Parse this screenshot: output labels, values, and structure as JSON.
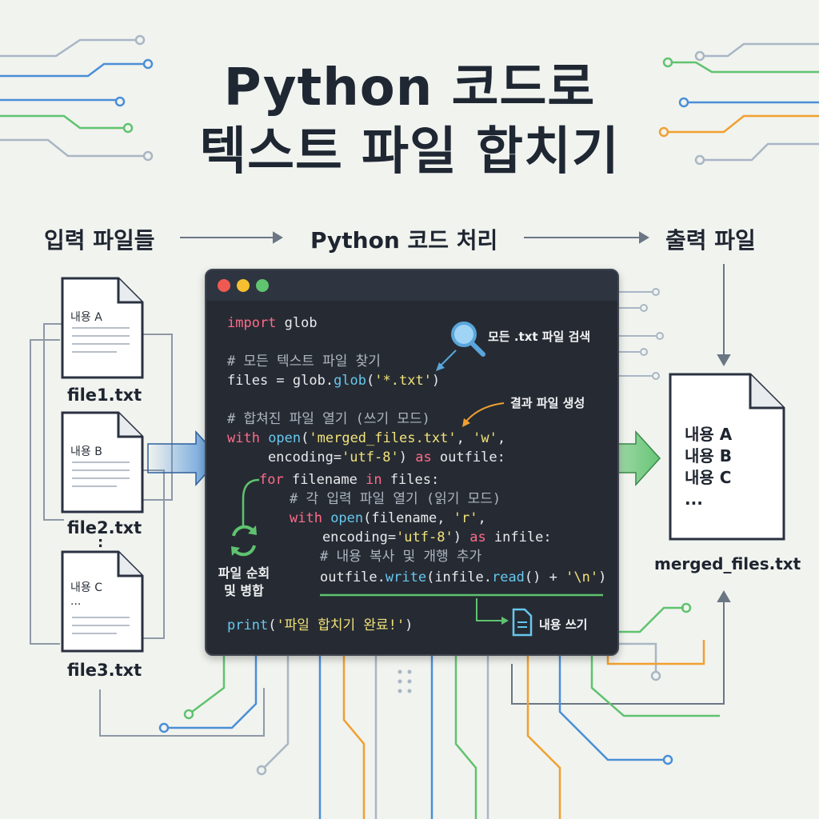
{
  "title": {
    "line1": "Python 코드로",
    "line2": "텍스트 파일 합치기"
  },
  "flow": {
    "input_label": "입력 파일들",
    "process_label": "Python 코드 처리",
    "output_label": "출력 파일"
  },
  "input_files": [
    {
      "name": "file1.txt",
      "content": "내용 A"
    },
    {
      "name": "file2.txt",
      "content": "내용 B"
    },
    {
      "name": "file3.txt",
      "content": "내용 C",
      "extra": "..."
    }
  ],
  "ellipsis": ":",
  "output_file": {
    "name": "merged_files.txt",
    "lines": [
      "내용 A",
      "내용 B",
      "내용 C",
      "..."
    ]
  },
  "code": {
    "line1_kw": "import",
    "line1_rest": " glob",
    "line2": "# 모든 텍스트 파일 찾기",
    "line3_a": "files = glob.",
    "line3_fn": "glob",
    "line3_b": "(",
    "line3_str": "'*.txt'",
    "line3_c": ")",
    "line4": "# 합쳐진 파일 열기 (쓰기 모드)",
    "line5_kw": "with",
    "line5_fn": " open",
    "line5_a": "(",
    "line5_str1": "'merged_files.txt'",
    "line5_b": ", ",
    "line5_str2": "'w'",
    "line5_c": ",",
    "line6_a": "    encoding=",
    "line6_str": "'utf-8'",
    "line6_b": ") ",
    "line6_kw": "as",
    "line6_c": " outfile:",
    "line7_kw1": "for",
    "line7_a": " filename ",
    "line7_kw2": "in",
    "line7_b": " files:",
    "line8": "# 각 입력 파일 열기 (읽기 모드)",
    "line9_kw": "with",
    "line9_fn": " open",
    "line9_a": "(filename, ",
    "line9_str": "'r'",
    "line9_b": ",",
    "line10_a": "    encoding=",
    "line10_str": "'utf-8'",
    "line10_b": ") ",
    "line10_kw": "as",
    "line10_c": " infile:",
    "line11": "# 내용 복사 및 개행 추가",
    "line12_a": "outfile.",
    "line12_fn": "write",
    "line12_b": "(infile.",
    "line12_fn2": "read",
    "line12_c": "() + ",
    "line12_str": "'\\n'",
    "line12_d": ")",
    "line13_fn": "print",
    "line13_a": "(",
    "line13_str": "'파일 합치기 완료!'",
    "line13_b": ")"
  },
  "annotations": {
    "search": "모든 .txt 파일 검색",
    "create": "결과 파일 생성",
    "loop_line1": "파일 순회",
    "loop_line2": "및 병합",
    "write": "내용 쓰기"
  },
  "colors": {
    "background": "#f1f3ef",
    "window_bg": "#262b33",
    "keyword": "#ff6a8a",
    "function": "#67c7ef",
    "string": "#f2e27a",
    "comment": "#aeb6c2",
    "accent_green": "#5fc36f",
    "accent_blue": "#4a8fd6",
    "accent_orange": "#f0a030",
    "window_dot_red": "#ee5a52",
    "window_dot_yellow": "#f5bf2f",
    "window_dot_green": "#5fc36f"
  },
  "icons": [
    "search-icon",
    "refresh-icon",
    "document-icon",
    "file-icon"
  ]
}
